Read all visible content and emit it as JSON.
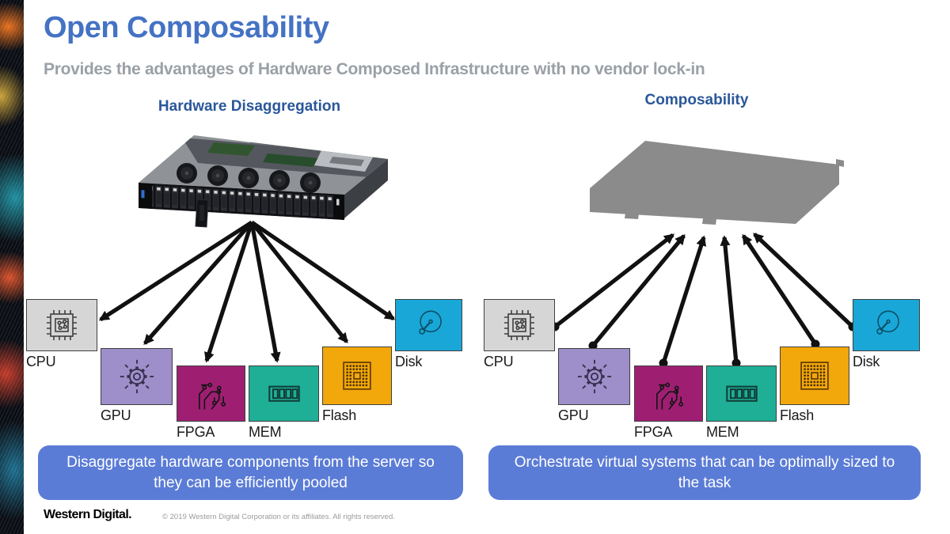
{
  "slide": {
    "title": "Open Composability",
    "subtitle": "Provides the advantages of Hardware Composed Infrastructure with no vendor lock-in"
  },
  "panels": {
    "left": {
      "heading": "Hardware Disaggregation",
      "callout": "Disaggregate hardware components from the server so they can be efficiently pooled",
      "server": "server-photo"
    },
    "right": {
      "heading": "Composability",
      "callout": "Orchestrate virtual systems that can be optimally sized to the task",
      "server": "server-silhouette"
    }
  },
  "components": [
    {
      "id": "cpu",
      "label": "CPU",
      "color": "#D6D6D6",
      "icon": "cpu-chip-icon"
    },
    {
      "id": "gpu",
      "label": "GPU",
      "color": "#9E8EC9",
      "icon": "gpu-gear-icon"
    },
    {
      "id": "fpga",
      "label": "FPGA",
      "color": "#9E1F72",
      "icon": "fpga-circuit-icon"
    },
    {
      "id": "mem",
      "label": "MEM",
      "color": "#1FAE96",
      "icon": "memory-dimm-icon"
    },
    {
      "id": "flash",
      "label": "Flash",
      "color": "#F2A70A",
      "icon": "flash-bga-icon"
    },
    {
      "id": "disk",
      "label": "Disk",
      "color": "#19A7D8",
      "icon": "disk-platter-icon"
    }
  ],
  "footer": {
    "logo": "Western Digital.",
    "copyright": "© 2019 Western Digital Corporation or its affiliates. All rights reserved."
  },
  "colors": {
    "title_blue": "#4472C4",
    "subtitle_gray": "#9AA0A6",
    "heading_blue": "#2B579A",
    "callout_blue": "#5B7CD6",
    "arrow_black": "#111111"
  }
}
